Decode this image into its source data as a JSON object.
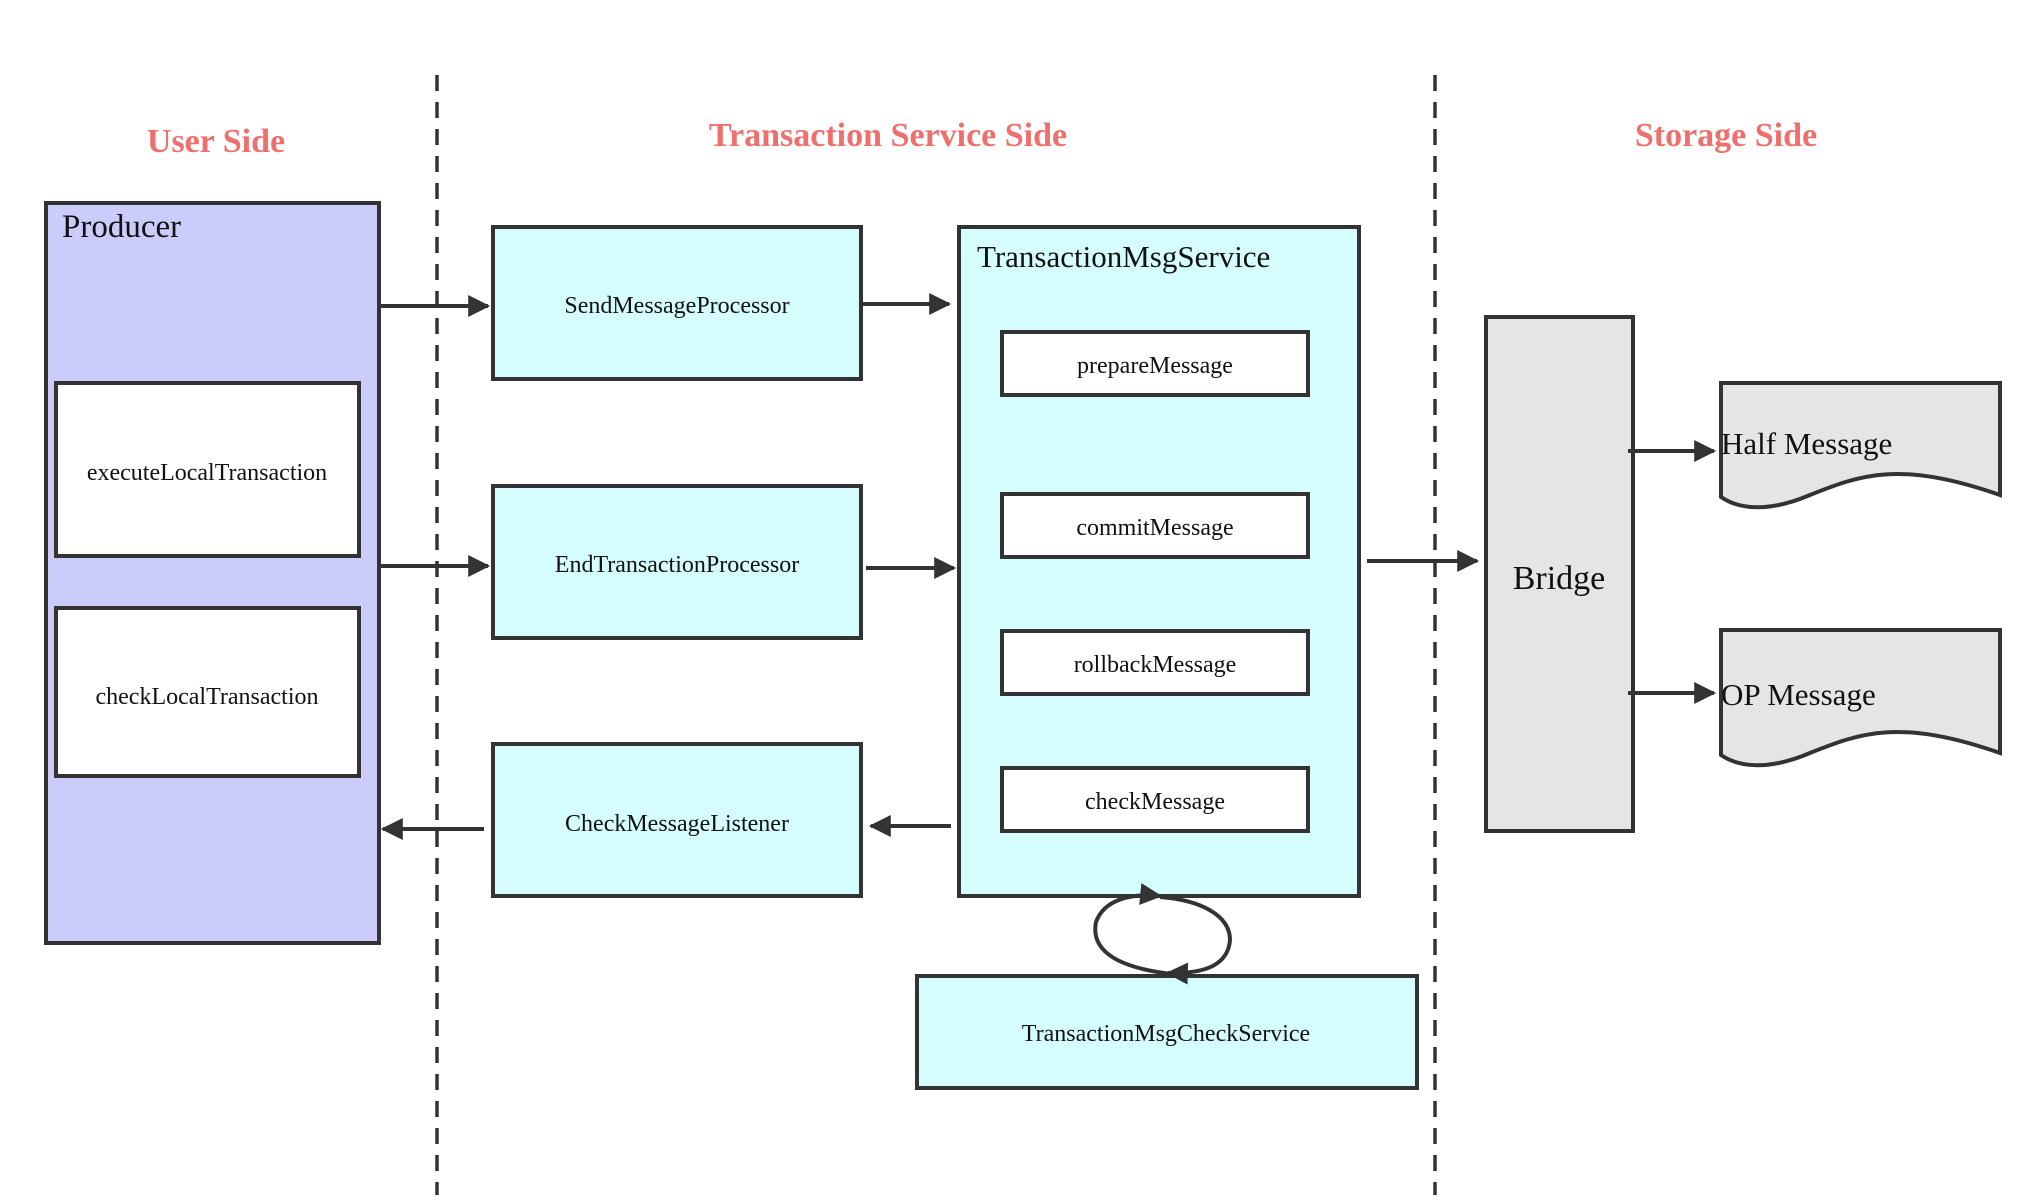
{
  "sections": {
    "user_side": "User Side",
    "service_side": "Transaction Service Side",
    "storage_side": "Storage Side"
  },
  "producer": {
    "title": "Producer",
    "execute_local": "executeLocalTransaction",
    "check_local": "checkLocalTransaction"
  },
  "processors": {
    "send": "SendMessageProcessor",
    "end": "EndTransactionProcessor",
    "check_listener": "CheckMessageListener"
  },
  "msg_service": {
    "title": "TransactionMsgService",
    "prepare": "prepareMessage",
    "commit": "commitMessage",
    "rollback": "rollbackMessage",
    "check": "checkMessage"
  },
  "check_service": "TransactionMsgCheckService",
  "storage": {
    "bridge": "Bridge",
    "half": "Half Message",
    "op": "OP Message"
  },
  "colors": {
    "section_title": "#ef6f6c",
    "producer_fill": "#ccccfa",
    "service_fill": "#d6fdfd",
    "storage_fill": "#e5e5e5",
    "stroke": "#333333"
  }
}
